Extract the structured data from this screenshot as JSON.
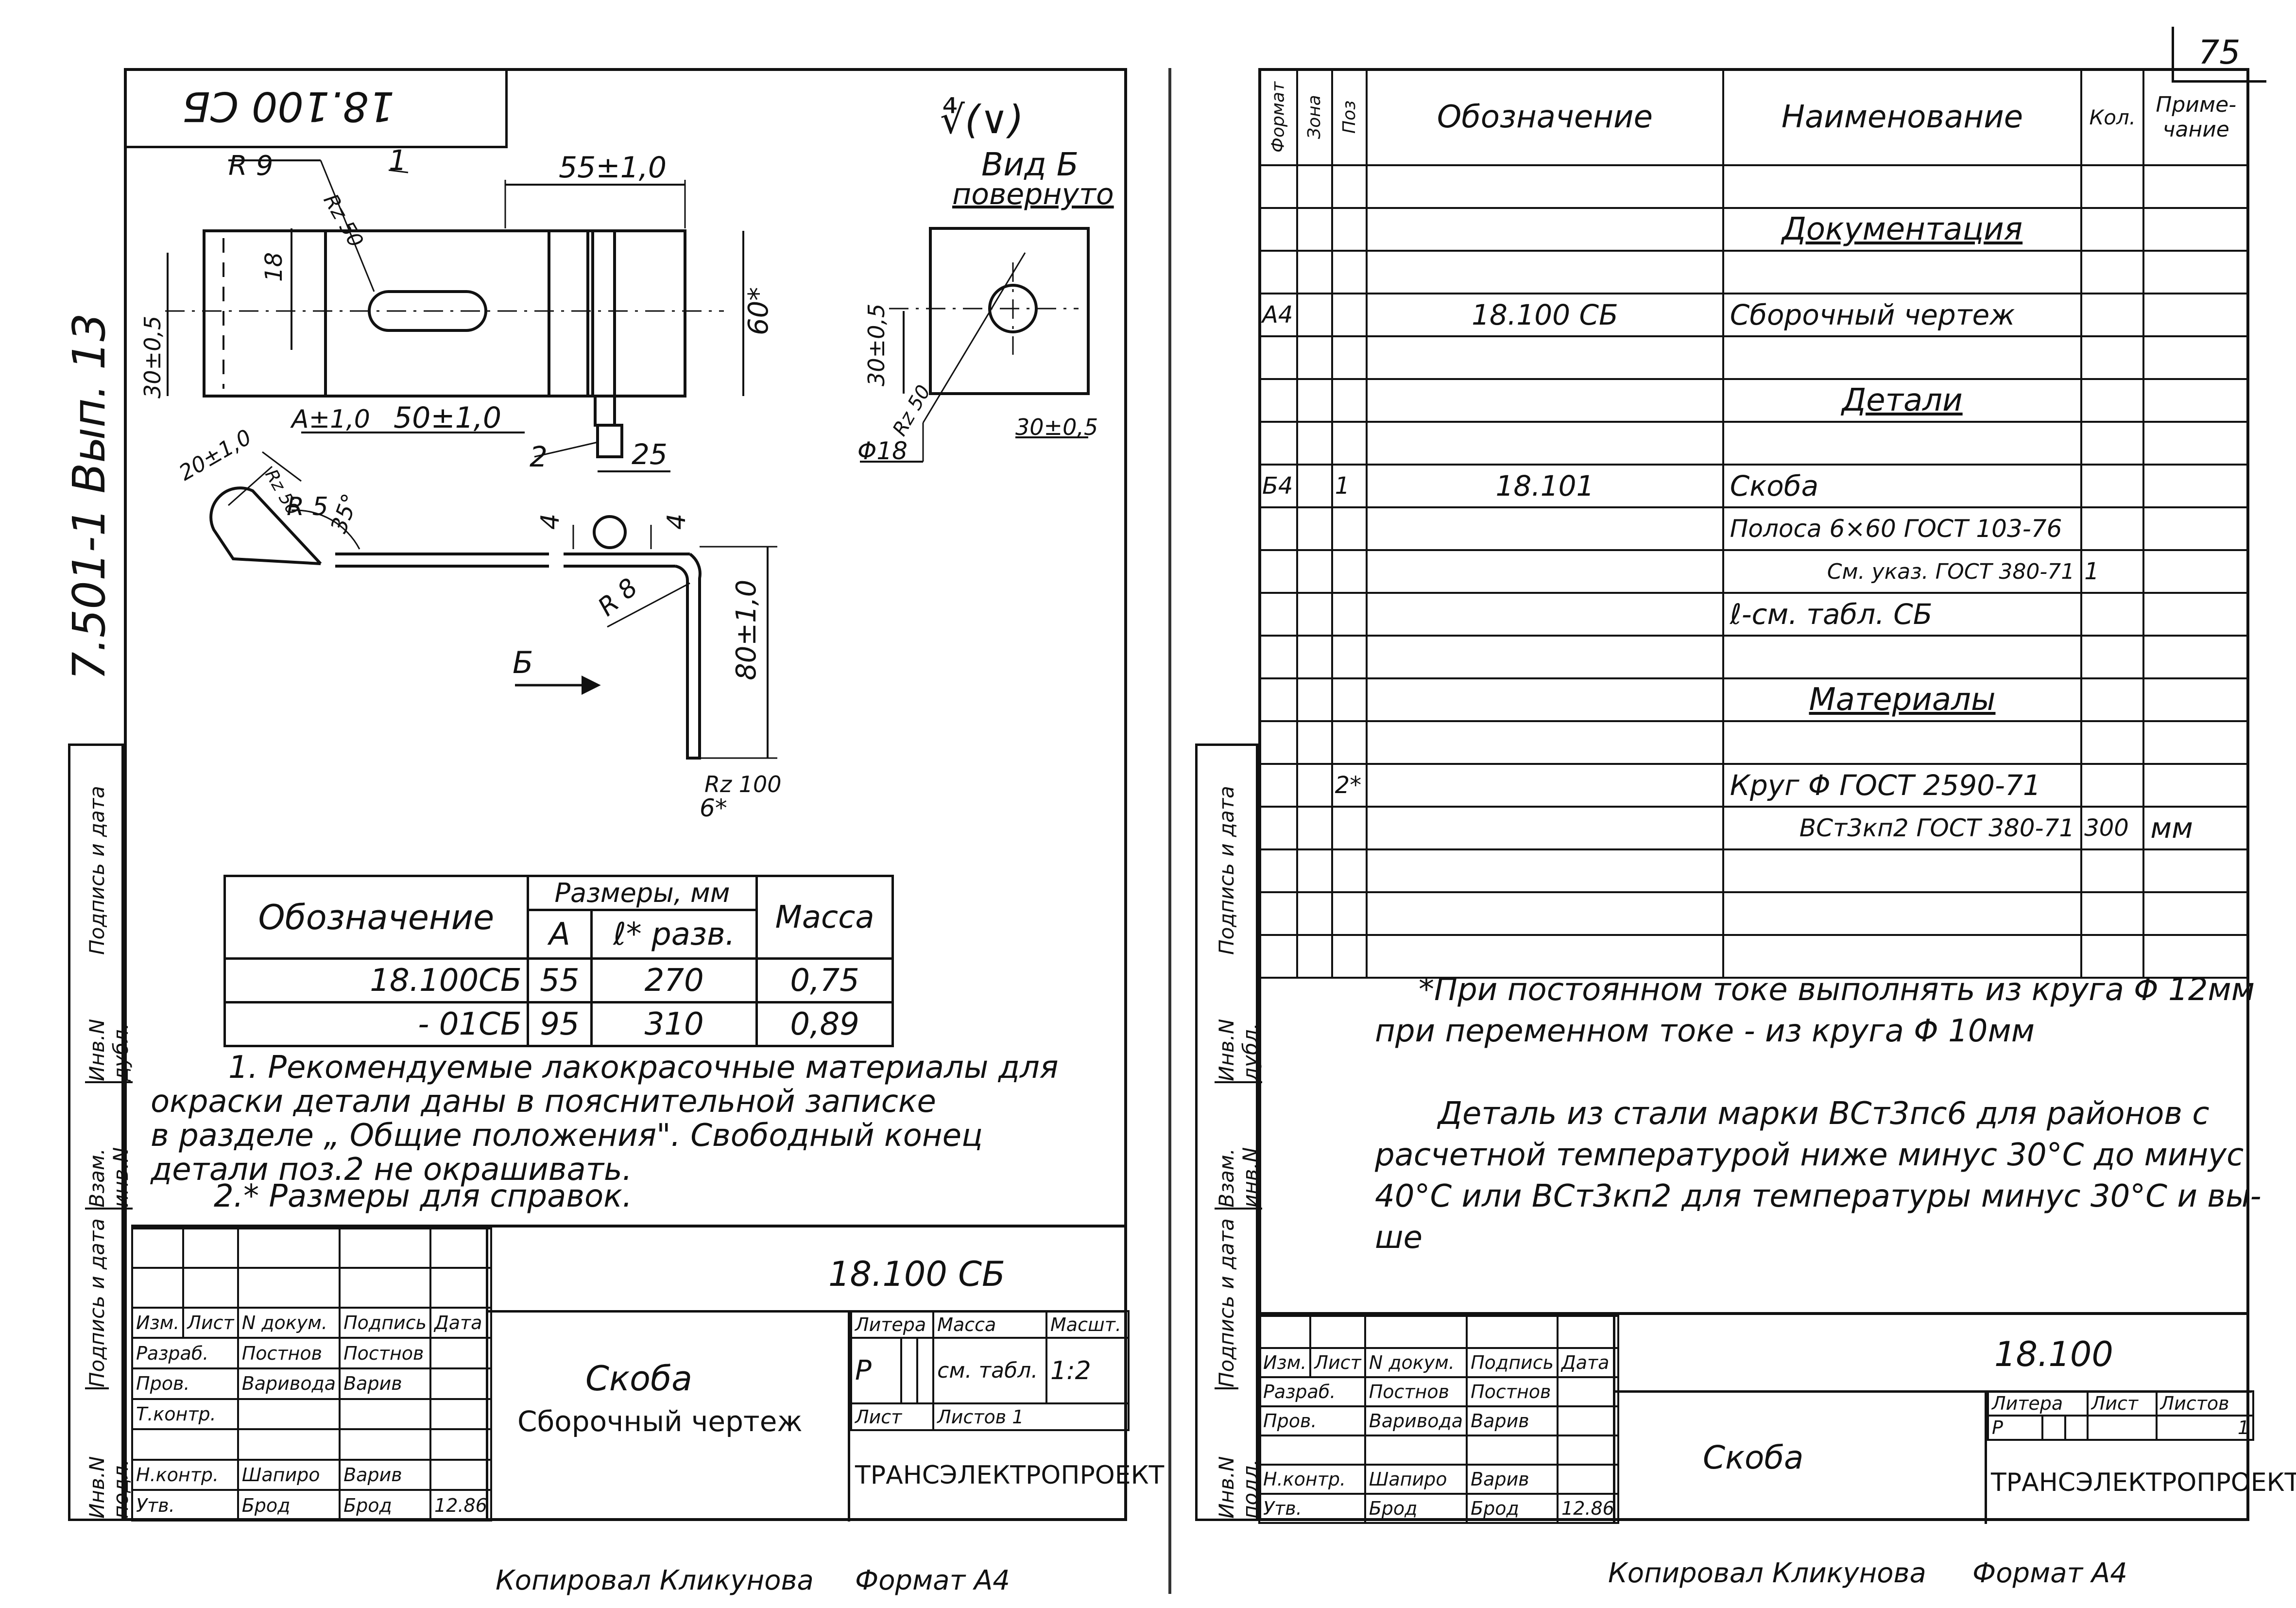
{
  "page_number": "75",
  "series_label": "7.501-1 Вып. 13",
  "stamp_rotated": "18.100 СБ",
  "roughness_mark": "∜(∨)",
  "left_sheet": {
    "view_label": "Вид Б",
    "view_sub": "повернуто",
    "dims": {
      "r9": "R 9",
      "rz50a": "Rz 50",
      "pos1": "1",
      "d55": "55±1,0",
      "d18": "18",
      "d30a": "30±0,5",
      "d60": "60*",
      "aplus": "A±1,0",
      "d50": "50±1,0",
      "pos2": "2",
      "d25": "25",
      "d20": "20±1,0",
      "rz50b": "Rz 50",
      "r5": "R 5",
      "a35": "35°",
      "d4a": "4",
      "d4b": "4",
      "r8": "R 8",
      "d80": "80±1,0",
      "arrow_b": "Б",
      "rz100": "Rz 100",
      "d6": "6*",
      "d30b": "30±0,5",
      "rz50c": "Rz 50",
      "phi18": "Φ18",
      "d30c": "30±0,5"
    },
    "dim_table": {
      "header_sizes": "Размеры, мм",
      "col_designation": "Обозначение",
      "col_a": "А",
      "col_l": "ℓ* разв.",
      "col_mass": "Масса",
      "rows": [
        [
          "18.100СБ",
          "55",
          "270",
          "0,75"
        ],
        [
          "- 01СБ",
          "95",
          "310",
          "0,89"
        ]
      ]
    },
    "notes": [
      "1. Рекомендуемые лакокрасочные материалы для",
      "окраски детали даны в пояснительной записке",
      "в разделе „ Общие положения\". Свободный конец",
      "детали поз.2 не окрашивать.",
      "2.* Размеры для справок."
    ],
    "side_stamp": [
      "Инв.N подл.",
      "Подпись и дата",
      "Взам. инв.N",
      "Инв.N дубл.",
      "Подпись и дата"
    ],
    "title_block": {
      "doc_number": "18.100 СБ",
      "name": "Скоба",
      "doc_type": "Сборочный чертеж",
      "litera_h": "Литера",
      "mass_h": "Масса",
      "scale_h": "Масшт.",
      "litera": "Р",
      "mass": "см. табл.",
      "scale": "1:2",
      "sheet": "Лист",
      "sheets": "Листов 1",
      "org": "ТРАНСЭЛЕКТРОПРОЕКТ",
      "hdr": [
        "Изм.",
        "Лист",
        "N докум.",
        "Подпись",
        "Дата"
      ],
      "people": [
        [
          "Разраб.",
          "Постнов",
          "Постнов"
        ],
        [
          "Пров.",
          "Варивода",
          "Варив"
        ],
        [
          "Т.контр.",
          "",
          ""
        ],
        [
          "",
          "",
          ""
        ],
        [
          "Н.контр.",
          "Шапиро",
          "Варив"
        ],
        [
          "Утв.",
          "Брод",
          "Брод"
        ]
      ],
      "date": "12.86"
    },
    "footer_copied": "Копировал Кликунова",
    "footer_format": "Формат А4"
  },
  "right_sheet": {
    "headers": {
      "format": "Формат",
      "zone": "Зона",
      "pos": "Поз",
      "designation": "Обозначение",
      "name": "Наименование",
      "qty": "Кол.",
      "note": "Приме-чание"
    },
    "rows": [
      {
        "f": "",
        "z": "",
        "p": "",
        "d": "",
        "n": "",
        "q": "",
        "r": ""
      },
      {
        "f": "",
        "z": "",
        "p": "",
        "d": "",
        "n": "Документация",
        "q": "",
        "r": "",
        "section": true
      },
      {
        "f": "",
        "z": "",
        "p": "",
        "d": "",
        "n": "",
        "q": "",
        "r": ""
      },
      {
        "f": "А4",
        "z": "",
        "p": "",
        "d": "18.100 СБ",
        "n": "Сборочный чертеж",
        "q": "",
        "r": ""
      },
      {
        "f": "",
        "z": "",
        "p": "",
        "d": "",
        "n": "",
        "q": "",
        "r": ""
      },
      {
        "f": "",
        "z": "",
        "p": "",
        "d": "",
        "n": "Детали",
        "q": "",
        "r": "",
        "section": true
      },
      {
        "f": "",
        "z": "",
        "p": "",
        "d": "",
        "n": "",
        "q": "",
        "r": ""
      },
      {
        "f": "Б4",
        "z": "",
        "p": "1",
        "d": "18.101",
        "n": "Скоба",
        "q": "",
        "r": ""
      },
      {
        "f": "",
        "z": "",
        "p": "",
        "d": "",
        "n": "Полоса 6×60 ГОСТ 103-76",
        "q": "",
        "r": ""
      },
      {
        "f": "",
        "z": "",
        "p": "",
        "d": "",
        "n": "См. указ. ГОСТ 380-71",
        "q": "1",
        "r": ""
      },
      {
        "f": "",
        "z": "",
        "p": "",
        "d": "",
        "n": "ℓ-см. табл. СБ",
        "q": "",
        "r": ""
      },
      {
        "f": "",
        "z": "",
        "p": "",
        "d": "",
        "n": "",
        "q": "",
        "r": ""
      },
      {
        "f": "",
        "z": "",
        "p": "",
        "d": "",
        "n": "Материалы",
        "q": "",
        "r": "",
        "section": true
      },
      {
        "f": "",
        "z": "",
        "p": "",
        "d": "",
        "n": "",
        "q": "",
        "r": ""
      },
      {
        "f": "",
        "z": "",
        "p": "2*",
        "d": "",
        "n": "Круг Φ ГОСТ 2590-71",
        "q": "",
        "r": ""
      },
      {
        "f": "",
        "z": "",
        "p": "",
        "d": "",
        "n": "ВСт3кп2 ГОСТ 380-71",
        "q": "300",
        "r": "мм"
      },
      {
        "f": "",
        "z": "",
        "p": "",
        "d": "",
        "n": "",
        "q": "",
        "r": ""
      },
      {
        "f": "",
        "z": "",
        "p": "",
        "d": "",
        "n": "",
        "q": "",
        "r": ""
      },
      {
        "f": "",
        "z": "",
        "p": "",
        "d": "",
        "n": "",
        "q": "",
        "r": ""
      }
    ],
    "notes": [
      "*При постоянном токе выполнять из круга Φ 12мм",
      "при переменном токе - из круга Φ 10мм",
      "Деталь из стали марки ВСт3пс6 для районов с",
      "расчетной температурой ниже минус 30°С до минус",
      "40°С или ВСт3кп2 для температуры минус 30°С и вы-",
      "ше"
    ],
    "side_stamp": [
      "Инв.N подл.",
      "Подпись и дата",
      "Взам. инв.N",
      "Инв.N дубл.",
      "Подпись и дата"
    ],
    "title_block": {
      "doc_number": "18.100",
      "name": "Скоба",
      "litera_h": "Литера",
      "sheet_h": "Лист",
      "sheets_h": "Листов",
      "litera": "Р",
      "sheets": "1",
      "org": "ТРАНСЭЛЕКТРОПРОЕКТ",
      "hdr": [
        "Изм.",
        "Лист",
        "N докум.",
        "Подпись",
        "Дата"
      ],
      "people": [
        [
          "Разраб.",
          "Постнов",
          "Постнов"
        ],
        [
          "Пров.",
          "Варивода",
          "Варив"
        ],
        [
          "",
          "",
          ""
        ],
        [
          "Н.контр.",
          "Шапиро",
          "Варив"
        ],
        [
          "Утв.",
          "Брод",
          "Брод"
        ]
      ],
      "date": "12.86"
    },
    "footer_copied": "Копировал Кликунова",
    "footer_format": "Формат А4"
  }
}
